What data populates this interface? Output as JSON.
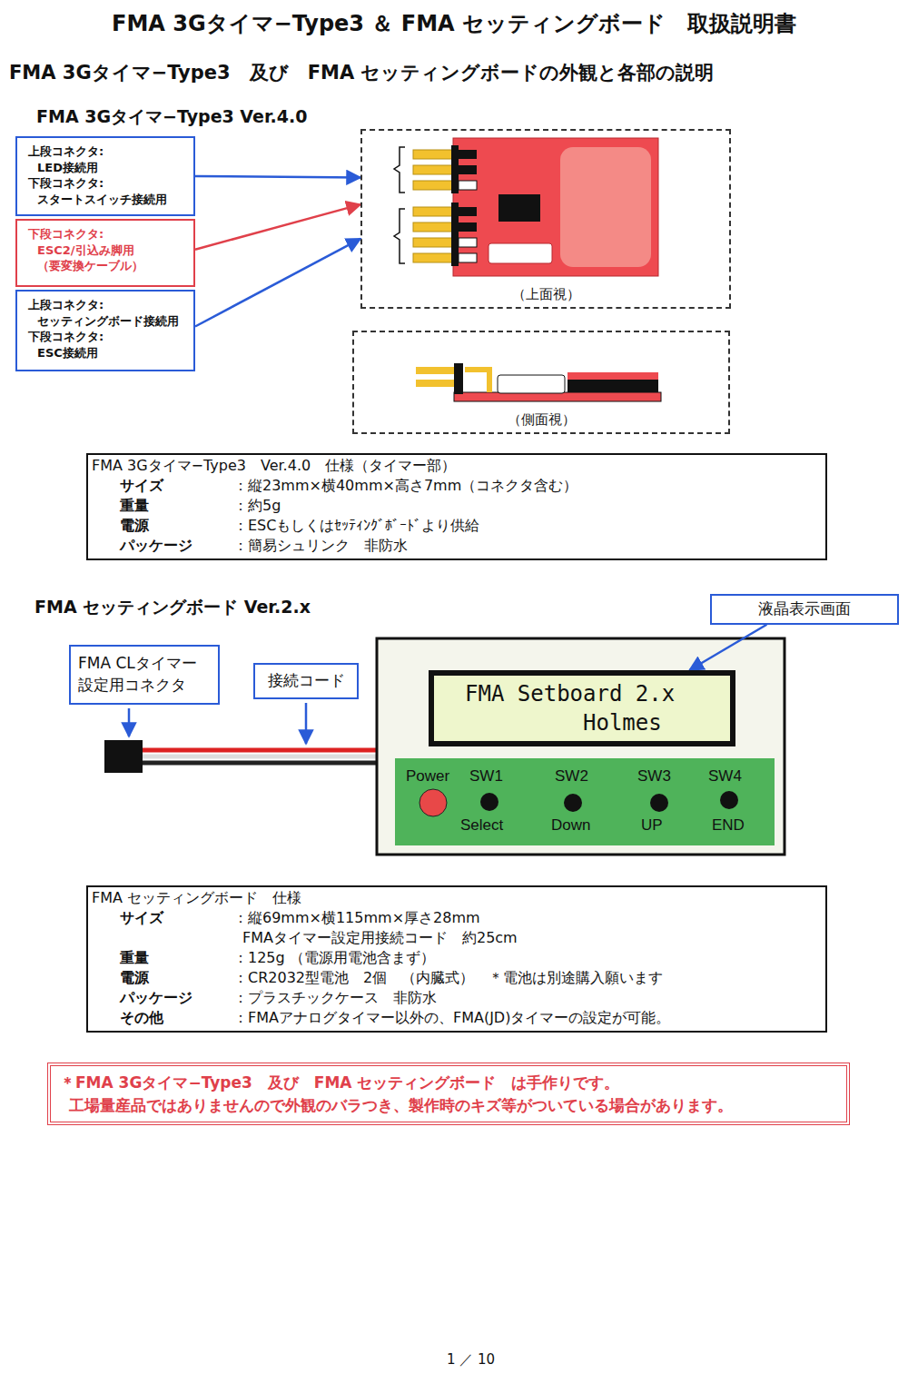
{
  "diagram": {
    "title": "FMA 3Gタイマ−Type3 ＆ FMA セッティングボード　取扱説明書",
    "nodes": [
      {
        "text": [
          "上段コネクタ:",
          "LED接続用",
          "下段コネクタ:",
          "スタートスイッチ接続用"
        ]
      },
      {
        "text": [
          "下段コネクタ:",
          "ESC2/引込み脚用",
          "（要変換ケーブル）"
        ]
      },
      {
        "text": [
          "上段コネクタ:",
          "セッティングボード接続用",
          "下段コネクタ:",
          "ESC接続用"
        ]
      },
      {
        "text": [
          "（上面視）"
        ]
      },
      {
        "text": [
          "（側面視）"
        ]
      },
      {
        "text": [
          "FMA 3Gタイマ−Type3　Ver.4.0　仕様（タイマー部）",
          "サイズ",
          "：縦23mm×横40mm×高さ7mm（コネクタ含む）",
          "重量",
          "：約5g",
          "電源",
          "：ESCもしくはｾｯﾃｨﾝｸﾞﾎﾞｰﾄﾞより供給",
          "パッケージ",
          "：簡易シュリンク　非防水"
        ]
      },
      {
        "text": [
          "液晶表示画面"
        ]
      },
      {
        "text": [
          "FMA CLタイマー 設定用コネクタ"
        ]
      },
      {
        "text": [
          "接続コード"
        ]
      },
      {
        "text": [
          "FMA Setboard 2.x",
          "Holmes"
        ]
      },
      {
        "text": [
          "Power",
          "SW1",
          "Select",
          "SW2",
          "Down",
          "SW3",
          "UP",
          "SW4",
          "END"
        ]
      },
      {
        "text": [
          "FMA セッティングボード　仕様",
          "サイズ",
          "：縦69mm×横115mm×厚さ28mm",
          "FMAタイマー設定用接続コード　約25cm",
          "重量",
          "：125g （電源用電池含まず）",
          "電源",
          "：CR2032型電池　2個　（内臓式）　＊電池は別途購入願います",
          "パッケージ",
          "：プラスチックケース　非防水",
          "その他",
          "：FMAアナログタイマー以外の、FMA(JD)タイマーの設定が可能。"
        ]
      },
      {
        "text": [
          "＊FMA 3Gタイマ−Type3　及び　FMA セッティングボード　は手作りです。",
          "工場量産品ではありませんので外観のバラつき、製作時のキズ等がついている場合があります。"
        ]
      }
    ],
    "edges": [
      {
        "from": 0,
        "to": 3,
        "arrow": "to"
      },
      {
        "from": 1,
        "to": 3,
        "arrow": "to"
      },
      {
        "from": 2,
        "to": 3,
        "arrow": "to"
      },
      {
        "from": 6,
        "to": 9,
        "arrow": "to"
      }
    ],
    "labels": [
      "FMA 3Gタイマ−Type3　及び　FMA セッティングボードの外観と各部の説明",
      "FMA 3Gタイマ−Type3 Ver.4.0",
      "FMA セッティングボード Ver.2.x",
      "1 ／ 10"
    ]
  }
}
